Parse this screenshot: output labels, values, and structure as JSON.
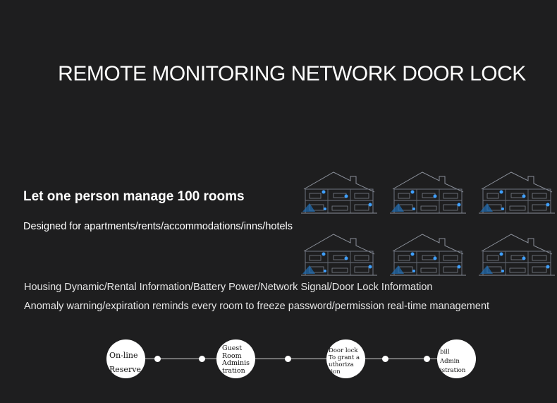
{
  "title": "REMOTE MONITORING NETWORK DOOR LOCK",
  "headline": "Let one person manage 100 rooms",
  "subtitle": "Designed for apartments/rents/accommodations/inns/hotels",
  "info_lines": [
    "Housing Dynamic/Rental Information/Battery Power/Network Signal/Door Lock Information",
    "Anomaly warning/expiration reminds every room to freeze password/permission real-time management"
  ],
  "steps": [
    {
      "label": "On-line\nReserve"
    },
    {
      "label": "Guest\nRoom\nAdminis\ntration"
    },
    {
      "label": "Door lock\nTo grant a\nuthoriza\ntion"
    },
    {
      "label": "bill\nAdmin\nistration"
    }
  ],
  "colors": {
    "background": "#1e1e1f",
    "accent": "#3fa0ff",
    "house_line": "#8a8f99"
  }
}
